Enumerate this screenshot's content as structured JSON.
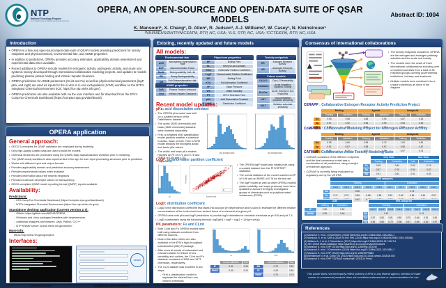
{
  "header": {
    "logo": {
      "abbr": "NTP",
      "full": "National Toxicology Program",
      "tagline": "U.S. Department of Health and Human Services"
    },
    "title": "OPERA, AN OPEN-SOURCE AND OPEN-DATA SUITE OF QSAR MODELS",
    "authors_lead": "K. Mansouri¹",
    "authors_rest": ", X. Chang², D. Allen², R. Judson³, A.J. Williams³, W. Casey¹, N. Kleinstreuer¹",
    "affiliations": "¹NIH/NIEHS/DNTP/NICEATM, RTP, NC, USA; ²ILS, RTP, NC, USA; ³CCTE/EPA, RTP, NC, USA",
    "abstract_id": "Abstract ID: 1004"
  },
  "intro": {
    "title": "Introduction",
    "bullets": [
      "OPERA is a free and open-source/open-data suite of QSAR models providing predictions for toxicity endpoints and physicochemical, environmental fate, and ADME properties.",
      "In addition to predictions, OPERA provides accuracy estimates, applicability domain assessment and experimental data when available.",
      "Recent additions to OPERA include models for estrogenic activity, androgenic activity, and acute oral systemic toxicity developed through international collaborative modeling projects, and updates to models predicting plasma protein binding and intrinsic hepatic clearance.",
      "OPERA predictions for ADME parameters (CLint and Fu) as well as physicochemical parameters (logP, pKa, and logD) are used as inputs for the in vitro to in vivo extrapolation (IVIVE) workflow on the NTP's Integrated Chemical Environment (ICE: https://ice.ntp.niehs.nih.gov/).",
      "OPERA predictions are also available both via the user interface and for download from the EPA's CompTox Chemicals Dashboard (https://comptox.epa.gov/dashboard)."
    ]
  },
  "application": {
    "title": "OPERA application",
    "general_heading": "General approach:",
    "general_bullets": [
      "OECD 5 principles for QSAR validation are employed during modeling",
      "Only high-quality curated data are used to build the models",
      "Chemical structures are processed using the QSAR-ready standardization workflow prior to modeling",
      "The QSAR-ready workflow is also implemented in the app for user input processing structures prior to prediction",
      "Works with different input and output formats",
      "Provides applicability domain and prediction accuracy assessment",
      "Provides experimental values when available",
      "Provides information about the nearest neighbors",
      "Provides molecular descriptor values for transparency",
      "OECD-compliant QSAR model reporting format (QMRF) reports available"
    ],
    "availability_heading": "Availability:",
    "predictions_label": "Predictions:",
    "predictions_items": [
      "EPA CompTox Chemicals Dashboard (https://comptox.epa.gov/dashboard)",
      "NTP's Integrated Chemical Environment (https://ice.ntp.niehs.nih.gov/)"
    ],
    "standalone_label": "Standalone desktop application (current version 2.7):",
    "standalone_items": [
      "Github: https://github.com/NIEHS/OPERA",
      "Windows and Linux packaged installers with dependencies.",
      "Additional wrappers and libraries: Java, Python, C/C++",
      "NTP KNIME server: knime.niehs.nih.gov/knime/"
    ],
    "more_info_label": "More info:",
    "more_info_link": "https://ntp.niehs.nih.gov/go/opera",
    "interfaces_heading": "Interfaces:",
    "captions": [
      "Command line",
      "Graphical user interface"
    ],
    "gui_badge": "OPERA"
  },
  "models": {
    "title": "Existing, recently updated and future models",
    "all_heading": "All models:",
    "env": {
      "title": "Environmental fate",
      "rows": [
        [
          "AOH",
          "Atmospheric Hydroxylation Rate"
        ],
        [
          "BCF",
          "Bioconcentration Factor"
        ],
        [
          "BioHL",
          "Biodegradability Half-Life"
        ],
        [
          "RB",
          "Ready Biodegradability"
        ],
        [
          "KM",
          "Fish Biotransformation Half-Life"
        ],
        [
          "KOC",
          "Soil Adsorption Coefficient"
        ]
      ]
    },
    "adme": {
      "title": "ADME properties",
      "rows": [
        [
          "FuB",
          "Plasma Fraction Unbound"
        ],
        [
          "Clint",
          "Intrinsic Hepatic Clearance"
        ]
      ]
    },
    "physchem": {
      "title": "Physchem properties",
      "rows": [
        [
          "BP",
          "Boiling Point"
        ],
        [
          "HL",
          "Henry's Law Constant"
        ],
        [
          "KOA",
          "Octanol/Air Partition Coefficient"
        ],
        [
          "LogP",
          "Octanol-water Partition Coefficient"
        ],
        [
          "MP",
          "Melting Point"
        ],
        [
          "KOC",
          "Soil Adsorption Coefficient"
        ],
        [
          "VP",
          "Vapor Pressure"
        ],
        [
          "WS",
          "Water Solubility"
        ],
        [
          "RT",
          "HPLC Retention Time"
        ],
        [
          "pKa",
          "Acid Dissociation Constant"
        ],
        [
          "LogD",
          "Distribution Coefficient"
        ]
      ]
    },
    "tox": {
      "title": "Toxicity endpoints",
      "rows": [
        [
          "ER",
          "Estrogen Receptor Activity"
        ],
        [
          "AR",
          "Androgen Receptor Activity"
        ],
        [
          "AcuteTox",
          "Acute Oral Systemic Toxicity"
        ]
      ]
    },
    "future": {
      "title": "Future models",
      "rows": [
        [
          "CACO2",
          "Caco-2 Permeability"
        ],
        [
          "Inhalation",
          "Acute Inhalation Systemic Toxicity"
        ],
        [
          "EcoTox",
          "Acute Toxicity for Eco Endpoints"
        ],
        [
          "UGT",
          "Glucuronidation substrate selectivity"
        ],
        [
          "SULT",
          "Sulfation substrate selectivity"
        ]
      ]
    }
  },
  "updates": {
    "heading": "Recent model updates:",
    "pka": {
      "name": "pKa:",
      "desc": "acid dissociation constant",
      "bullets": [
        "The OPERA pKa model was built on a curated version of the DataWarrior dataset",
        "The acidic (3260 chemicals) and basic (3680 chemicals) datasets were modeled separately",
        "First, a weighted kNN classification model predicts whether a chemical is acidic, basic or both. Then a SVM model predicts the strongest acidic and basic pKa values.",
        "The acidic and basic pKa models reached an R² of 0.72 and 0.78 and RMSE of 1.80 and 1.53, respectively."
      ]
    },
    "logp": {
      "name": "LogP:",
      "desc": "octanol-water partition coefficient",
      "bullets": [
        "The OPERA logP model was initially built using a curated dataset from the PHYSPROP database.",
        "The overall statistics of the model reached an R² of 0.86 and an RMSE of 0.78 for the test set.",
        "The logP model as well as other OPERA models (water solubility, and vapor pressure) have been updated to account for highly investigated groups of chemicals such as polyfluorinated substances (PFAS)."
      ]
    },
    "logd": {
      "name": "LogD:",
      "desc": "distribution coefficient",
      "bullets": [
        "LogD is the distribution coefficient that takes into account pH dependence and is used to estimate the different relative concentrations of the ionized and non-ionized forms of a chemical at a given pH.",
        "OPERA uses both pKa and logP predictions to provide logD estimates for ionizable chemicals at pH 5.5 and pH 7.4.",
        "LogD is estimated using the following formula: logD(pH) = logP − log(1 + 10^(pH−pKa))"
      ]
    },
    "pk": {
      "name": "PK parameters:",
      "desc": "Fu and CLint",
      "bullets": [
        "Both CLint and Fu OPERA models were built using datasets combined from different sources.",
        "Most of the data entries are also available in the EPA's high-throughput toxicokinetics (httk) R package.",
        "After several rounds of automated and manual curation to reduce errors, variability and outliers, the CLint and Fu datasets consisted of 1056 and 1973 chemicals, respectively.",
        "The CLint dataset was modeled in two steps:"
      ],
      "sub_bullets": [
        "First a classification model to separate the cleared from non-cleared chemicals",
        "Then, a regression model is applied to predict the CLint value for the cleared chemicals."
      ],
      "fu": {
        "head": [
          [
            "",
            "Cross-validation",
            "Test"
          ]
        ],
        "rows": [
          [
            "R²",
            "0.61",
            "0.49"
          ],
          [
            "RMSE",
            "0.30",
            "0.19"
          ]
        ]
      },
      "clint": {
        "head": [
          [
            "",
            "Cross-validation",
            "Test"
          ]
        ],
        "rows": [
          [
            "BA",
            "0.75",
            "0.87"
          ],
          [
            "R²",
            "0.45",
            "0.54"
          ],
          [
            "RMSE",
            "0.75",
            "0.79"
          ]
        ]
      }
    }
  },
  "chart_data": [
    {
      "id": "pka_acidic_hist",
      "type": "bar",
      "xlabel": "pKa strongest acidic",
      "values": [
        2,
        4,
        8,
        14,
        34,
        96,
        72,
        42,
        48,
        62,
        66,
        56,
        42,
        28,
        16,
        9,
        5,
        2,
        1
      ]
    },
    {
      "id": "pka_basic_hist",
      "type": "bar",
      "xlabel": "pKa strongest basic",
      "values": [
        1,
        2,
        4,
        8,
        16,
        30,
        52,
        70,
        64,
        55,
        60,
        92,
        96,
        60,
        24,
        10,
        4,
        2
      ]
    },
    {
      "id": "logp_hist",
      "type": "bar",
      "xlabel": "logP",
      "values": [
        18,
        60,
        95,
        70,
        42,
        24,
        12,
        6,
        3
      ]
    },
    {
      "id": "logp_scatter",
      "type": "scatter",
      "xlabel": "Experimental",
      "ylabel": "Predicted",
      "note": "predicted vs experimental logP, dense red diagonal cloud, R2 0.86, RMSE 0.78"
    },
    {
      "id": "fu_hist",
      "type": "bar",
      "xlabel": "Fu",
      "values": [
        95,
        55,
        30,
        18,
        11,
        8,
        6,
        6,
        7,
        10,
        16,
        26,
        12
      ]
    },
    {
      "id": "clint_hist",
      "type": "bar",
      "xlabel": "CLint",
      "values": [
        95,
        6,
        2,
        2,
        4,
        8,
        18,
        36,
        52,
        40,
        22,
        10,
        4
      ]
    }
  ],
  "consensus": {
    "title": "Consensus of international collaborations",
    "bullets": [
      "The toxicity endpoints included in OPERA are the estrogen and androgen pathway activities and the acute oral toxicity",
      "The models were the result of three international collaborations including over a hundred scientists from a total of 35 research groups covering governmental institutions, industry and academia.",
      "Multiple models were combined into a unique consensus as show in the diagram."
    ],
    "cerapp": {
      "name": "CERAPP",
      "desc": ": Collaborative Estrogen Receptor Activity Prediction Project",
      "table": {
        "head": [
          [
            "",
            {
              "t": "Binding",
              "cs": 2
            },
            {
              "t": "Agonist",
              "cs": 2
            },
            {
              "t": "Antagonist",
              "cs": 2
            }
          ],
          [
            "",
            "Training",
            "Validation",
            "Training",
            "Validation",
            "Training",
            "Validation"
          ]
        ],
        "rows": [
          [
            "Sn",
            "0.93",
            "0.58",
            "0.85",
            "0.94",
            "0.87",
            "0.18"
          ],
          [
            "Sp",
            "0.97",
            "0.92",
            "0.98",
            "0.94",
            "0.94",
            "0.90"
          ],
          [
            "BA",
            "0.95",
            "0.75",
            "0.92",
            "0.94",
            "0.90",
            "0.54"
          ]
        ]
      }
    },
    "compara": {
      "name": "CoMPARA",
      "desc": ": Collaborative Modeling Project for Androgen Receptor Activity",
      "table": {
        "head": [
          [
            "",
            {
              "t": "Binding",
              "cs": 2
            },
            {
              "t": "Agonist",
              "cs": 2
            },
            {
              "t": "Antagonist",
              "cs": 2
            }
          ],
          [
            "",
            "Training",
            "Validation",
            "Training",
            "Validation",
            "Training",
            "Validation"
          ]
        ],
        "rows": [
          [
            "Sn",
            "0.99",
            "0.69",
            "0.95",
            "0.74",
            "1.00",
            "0.81"
          ],
          [
            "Sp",
            "0.91",
            "0.87",
            "0.98",
            "0.97",
            "0.95",
            "0.67"
          ],
          [
            "BA",
            "0.95",
            "0.78",
            "0.97",
            "0.86",
            "0.97",
            "0.74"
          ]
        ]
      }
    },
    "catmos": {
      "name": "CATMoS",
      "desc": ": Collaborative Acute Toxicity Modeling Suite",
      "bullets": [
        "CATMoS consisted of five different endpoints and the final consensus model was a combination of all predictions using a weight of evidence approach.",
        "CATMoS is currently being evaluated for regulatory use by the US EPA."
      ],
      "vt_nt": {
        "head": [
          [
            "",
            {
              "t": "Very Toxic",
              "cs": 2
            },
            {
              "t": "Non-Toxic",
              "cs": 2
            }
          ],
          [
            "",
            "Training",
            "Evaluation",
            "Train",
            "Evaluation"
          ]
        ],
        "rows": [
          [
            "Sn",
            "0.95",
            "0.84",
            "0.92",
            "0.79"
          ],
          [
            "Sp",
            "0.87",
            "0.79",
            "0.90",
            "0.87"
          ],
          [
            "BA",
            "0.91",
            "0.82",
            "0.91",
            "0.83"
          ]
        ]
      },
      "ghs": {
        "head": [
          [
            "",
            {
              "t": "GHS categories",
              "cs": 10
            }
          ],
          [
            "",
            {
              "t": "Training",
              "cs": 5
            },
            {
              "t": "Evaluation",
              "cs": 5
            }
          ],
          [
            "",
            "Cat 1",
            "Cat 2",
            "Cat 3",
            "Cat 4",
            "Cat 5",
            "Cat 1",
            "Cat 2",
            "Cat 3",
            "Cat 4",
            "Cat 5"
          ]
        ],
        "rows": [
          [
            "BA",
            {
              "t": "0.68",
              "cs": 5
            },
            {
              "t": "0.74",
              "cs": 5
            }
          ],
          [
            "Sn",
            "0.71",
            "0.70",
            "0.86",
            "0.88",
            "0.89",
            "0.59",
            "0.62",
            "0.56",
            "0.46",
            "0.67"
          ],
          [
            "Sp",
            "0.98",
            "0.95",
            "0.92",
            "0.89",
            "0.97",
            "0.97",
            "0.89",
            "0.89",
            "0.74",
            "0.95"
          ]
        ]
      },
      "epa": {
        "head": [
          [
            "",
            {
              "t": "EPA categories",
              "cs": 8
            }
          ],
          [
            "",
            {
              "t": "Training",
              "cs": 4
            },
            {
              "t": "Evaluation",
              "cs": 4
            }
          ],
          [
            "",
            "Cat 1",
            "Cat 2",
            "Cat 3",
            "Cat 4",
            "Cat 1",
            "Cat 2",
            "Cat 3",
            "Cat 4"
          ]
        ],
        "rows": [
          [
            "BA",
            {
              "t": "0.67",
              "cs": 4
            },
            {
              "t": "0.74",
              "cs": 4
            }
          ],
          [
            "Sn",
            "0.57",
            "0.63",
            "0.81",
            "0.82",
            "0.70",
            "0.66",
            "0.81",
            "0.60"
          ],
          [
            "Sp",
            "0.96",
            "0.85",
            "0.79",
            "0.96",
            "0.97",
            "0.86",
            "0.82",
            "0.97"
          ]
        ]
      },
      "ld50": {
        "head": [
          [
            "",
            {
              "t": "LD50",
              "cs": 2
            }
          ],
          [
            "",
            "Training",
            "Evaluation"
          ]
        ],
        "rows": [
          [
            "R²",
            "0.65",
            "0.62"
          ],
          [
            "RMSE",
            "0.39",
            "0.46"
          ]
        ]
      }
    }
  },
  "references": {
    "title": "References",
    "items": [
      "(1) Mansouri K. et al. J Cheminform. (2018) https://doi.org/10.1186/s13321-018-0263-1",
      "(2) Mansouri, K. et al. SAR & QSAR in Env. Res. (2016) https://doi.org/10.1080/1062936X.2016.1253611",
      "(3) Williams A. J. et al. J Cheminform. (2017) https://doi.org/10.1186/s13321-017-0247-6",
      "(4) JRC QSAR Model Database https://qsardb.jrc.ec.europa.eu/qmrf/endpoint",
      "(5) Mansouri K. et al. EHP (2016) https://doi.org/10.1289/ehp.1510267",
      "(6) Mansouri K. et al. J Cheminform. (2019) https://doi.org/10.1186/s13321-019-0384-1",
      "(7) Mansouri K. et al. EHP (2020) https://doi.org/10.1289/EHP5580",
      "(8) Kleinstreuer N. et al. Comp Tox (2018) https://doi.org/10.1016/j.comtox.2018.08.002",
      "(9) Mansouri K. et al. EHP \"CATMoS manuscript\" (2021) In Press"
    ]
  },
  "disclaimer": "This poster does not necessarily reflect policies of EPA or any federal agency. Mention of trade names or commercial products does not constitute endorsement or recommendation for use."
}
